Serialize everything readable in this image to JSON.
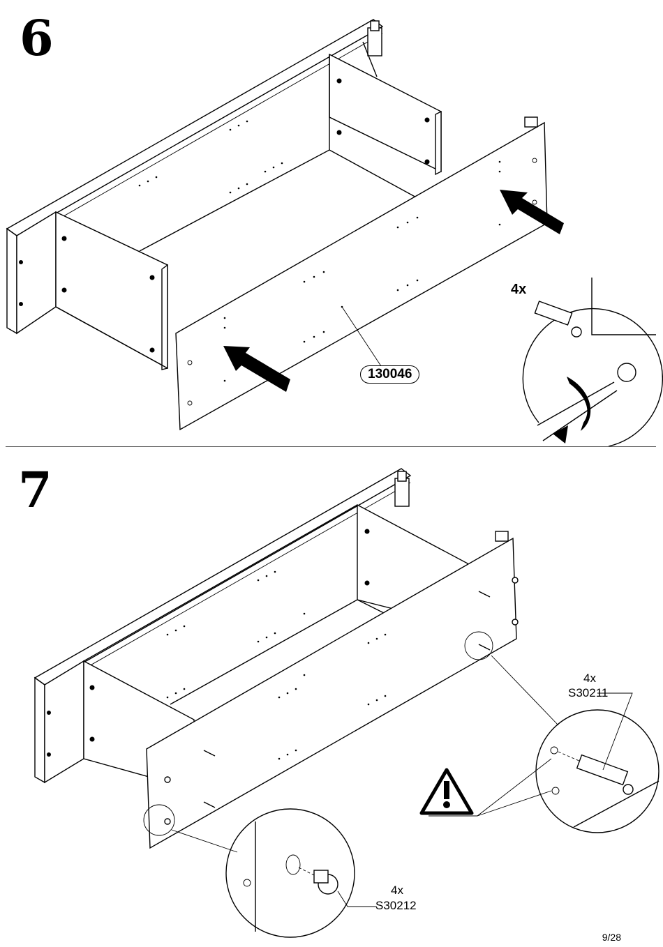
{
  "steps": [
    {
      "number": "6",
      "part_label": "130046",
      "callout_qty": "4x"
    },
    {
      "number": "7",
      "callouts": [
        {
          "qty": "4x",
          "code": "S30211"
        },
        {
          "qty": "4x",
          "code": "S30212"
        }
      ],
      "warning_icon": "warning-triangle-icon"
    }
  ],
  "footer": {
    "page": "9/28"
  }
}
